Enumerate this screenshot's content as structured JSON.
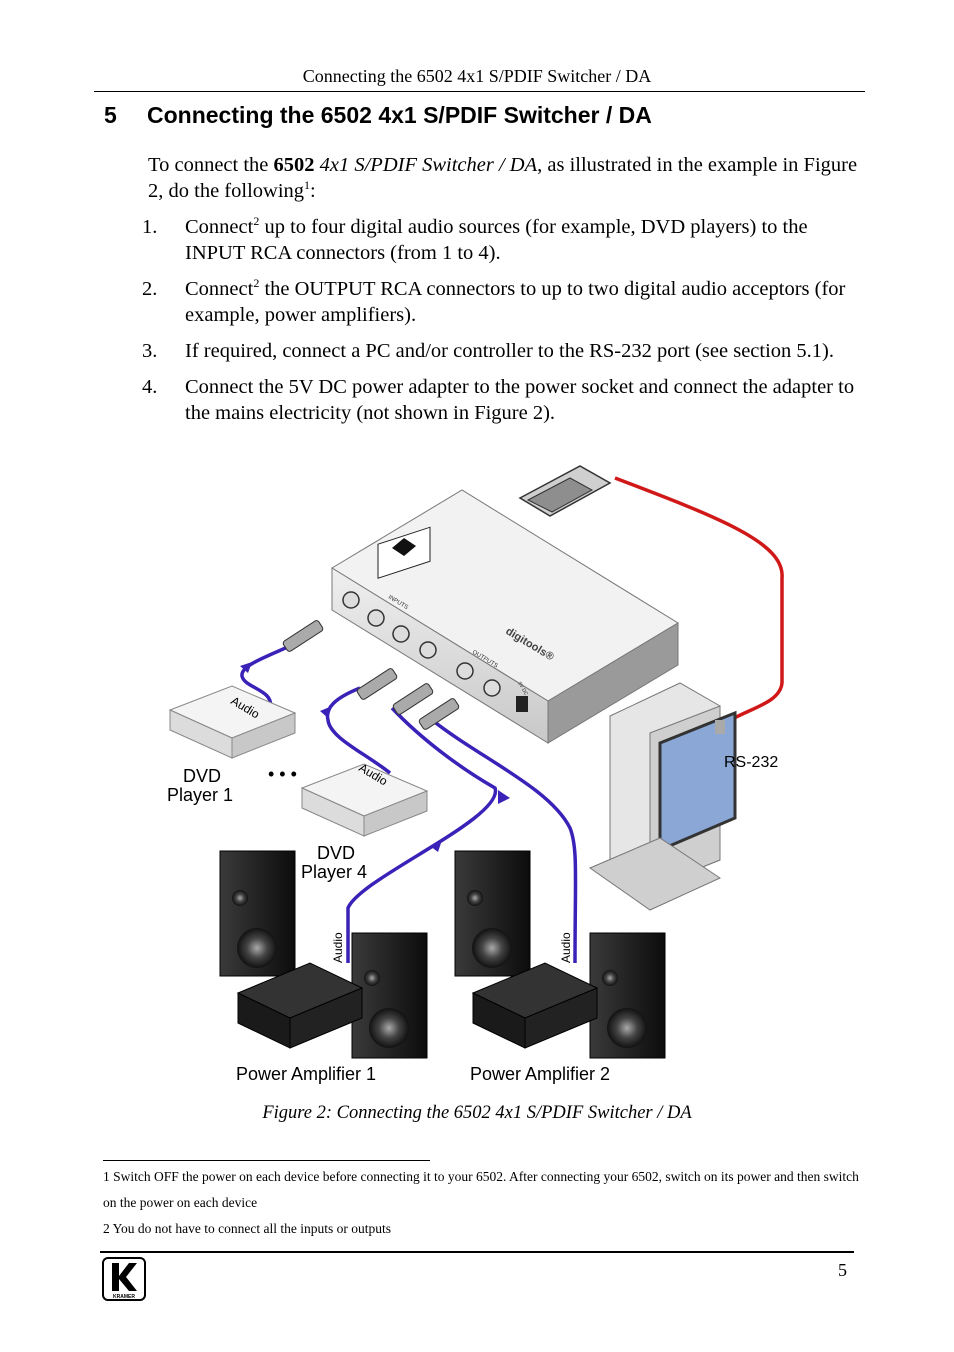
{
  "header": {
    "running_title": "Connecting the 6502 4x1 S/PDIF Switcher / DA"
  },
  "section": {
    "number": "5",
    "title": "Connecting the 6502 4x1 S/PDIF Switcher / DA"
  },
  "intro": {
    "prefix": "To connect the ",
    "model": "6502",
    "product": " 4x1 S/PDIF Switcher / DA",
    "suffix": ", as illustrated in the example in Figure 2, do the following",
    "footnote_ref": "1",
    "end": ":"
  },
  "steps": [
    {
      "num": "1.",
      "lead": "Connect",
      "ref": "2",
      "text": " up to four digital audio sources (for example, DVD players) to the INPUT RCA connectors (from 1 to 4)."
    },
    {
      "num": "2.",
      "lead": "Connect",
      "ref": "2",
      "text": " the OUTPUT RCA connectors to up to two digital audio acceptors (for example, power amplifiers)."
    },
    {
      "num": "3.",
      "text": "If required, connect a PC and/or controller to the RS-232 port (see section 5.1)."
    },
    {
      "num": "4.",
      "text": "Connect the 5V DC power adapter to the power socket and connect the adapter to the mains electricity (not shown in Figure 2)."
    }
  ],
  "figure": {
    "labels": {
      "dvd1_a": "DVD",
      "dvd1_b": "Player 1",
      "dvd4_a": "DVD",
      "dvd4_b": "Player 4",
      "ellipsis": "• • •",
      "audio": "Audio",
      "rs232": "RS-232",
      "amp1": "Power Amplifier 1",
      "amp2": "Power Amplifier 2",
      "inputs": "INPUTS",
      "outputs": "OUTPUTS",
      "dc": "5V DC",
      "brand": "digitools®"
    },
    "caption": "Figure 2: Connecting the 6502 4x1 S/PDIF Switcher / DA"
  },
  "footnotes": [
    "1 Switch OFF the power on each device before connecting it to your 6502. After connecting your 6502, switch on its power and then switch on the power on each device",
    "2 You do not have to connect all the inputs or outputs"
  ],
  "footer": {
    "page_number": "5",
    "logo_text": "KRAMER"
  },
  "colors": {
    "cable_audio": "#3a22b8",
    "cable_rs232": "#d01818"
  }
}
